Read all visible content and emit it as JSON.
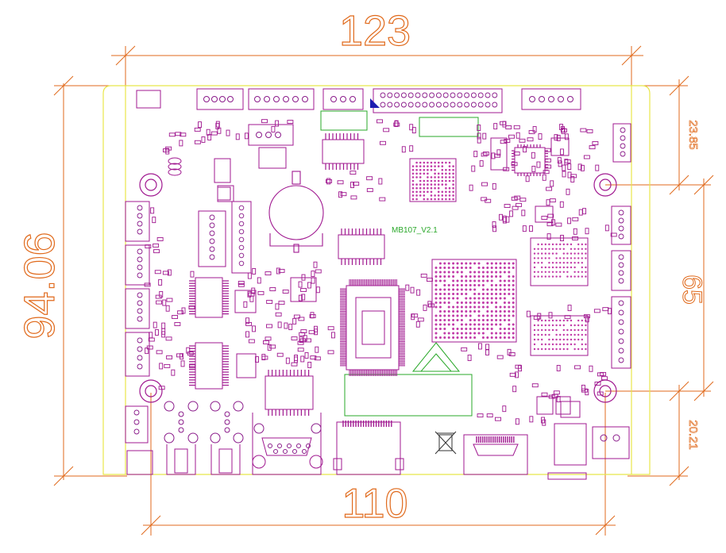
{
  "dimensions": {
    "width_total": "123",
    "width_holes": "110",
    "height_total": "94.06",
    "right_top": "23.85",
    "right_mid": "65",
    "right_bottom": "20.21"
  },
  "board": {
    "model_label": "MB107_V2.1"
  },
  "colors": {
    "dimension": "#e06a1c",
    "outline": "#e8e64a",
    "component": "#a01890",
    "pad": "#8a1a8a",
    "silk": "#2aa82a",
    "trace": "#1d1db0"
  }
}
